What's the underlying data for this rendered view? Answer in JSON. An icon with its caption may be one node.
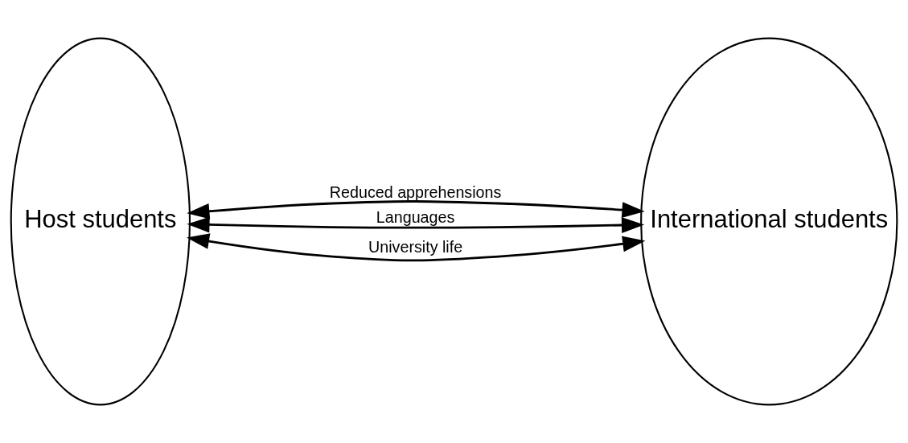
{
  "diagram": {
    "nodes": [
      {
        "text": [
          "Host students"
        ]
      },
      {
        "text": [
          "International students"
        ]
      }
    ],
    "edges": [
      {
        "from": 0,
        "to": 1,
        "arrow": "both",
        "label": "Reduced apprehensions"
      },
      {
        "from": 0,
        "to": 1,
        "arrow": "both",
        "label": "Languages"
      },
      {
        "from": 0,
        "to": 1,
        "arrow": "both",
        "label": "University life"
      }
    ]
  }
}
